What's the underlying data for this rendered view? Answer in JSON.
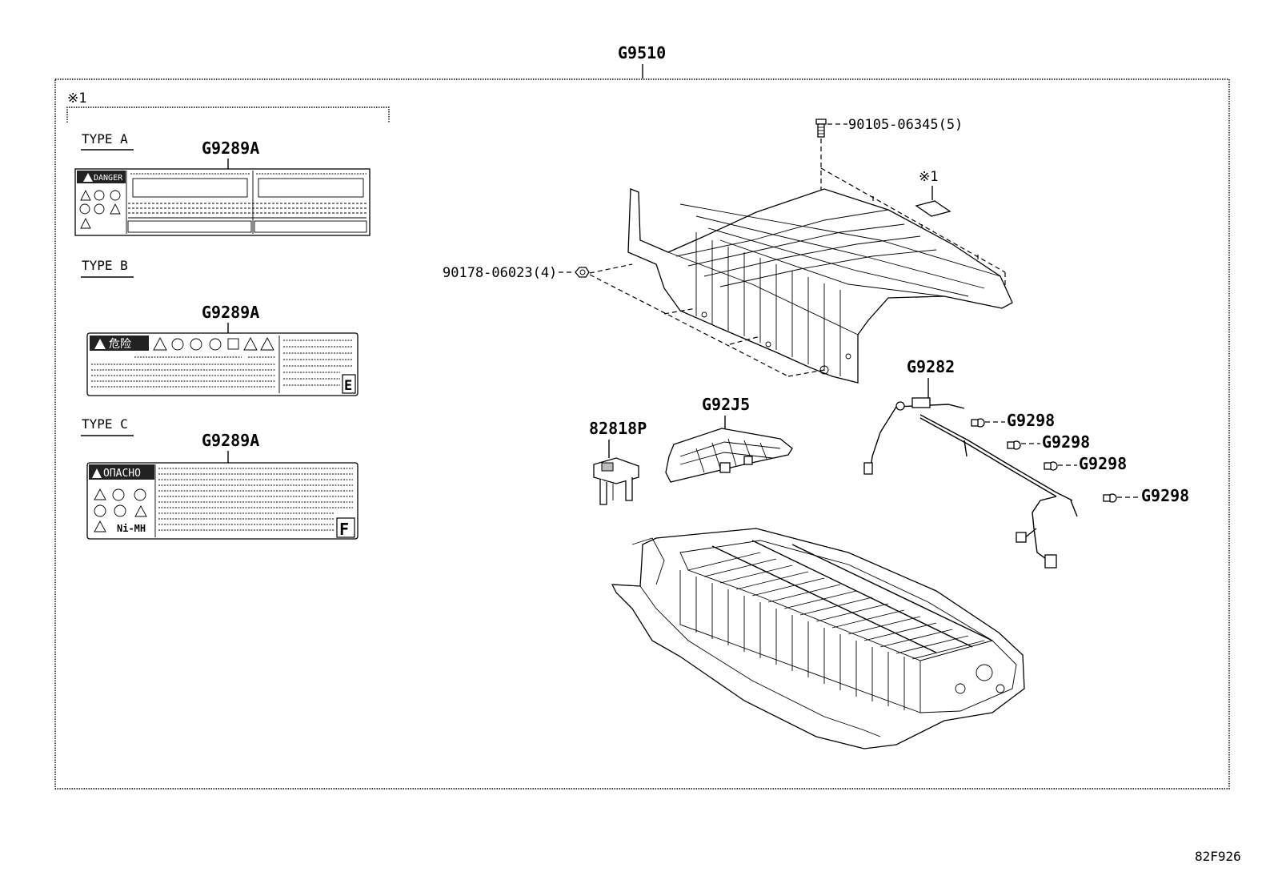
{
  "assembly": {
    "part_no": "G9510"
  },
  "legend": {
    "note_mark": "※1"
  },
  "labels": {
    "type_a": {
      "title": "TYPE A",
      "part_no": "G9289A",
      "warning_word": "DANGER"
    },
    "type_b": {
      "title": "TYPE B",
      "part_no": "G9289A",
      "warning_word": "危险",
      "corner_letter": "E"
    },
    "type_c": {
      "title": "TYPE C",
      "part_no": "G9289A",
      "warning_word": "ОПАСНО",
      "battery_text": "Ni-MH",
      "corner_letter": "F"
    }
  },
  "callouts": {
    "bolt": "90105-06345(5)",
    "nut": "90178-06023(4)",
    "note_ref": "※1",
    "wire_harness": "G9282",
    "clamp_1": "G9298",
    "clamp_2": "G9298",
    "clamp_3": "G9298",
    "clamp_4": "G9298",
    "cover": "G92J5",
    "plug": "82818P"
  },
  "footer": {
    "ref_code": "82F926"
  },
  "colors": {
    "line": "#000000",
    "background": "#ffffff",
    "shade": "#bdbdbd"
  }
}
